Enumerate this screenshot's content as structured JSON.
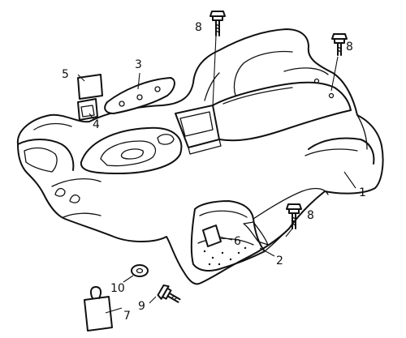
{
  "callouts": {
    "c1": "1",
    "c2": "2",
    "c3": "3",
    "c4": "4",
    "c5": "5",
    "c6": "6",
    "c7": "7",
    "c8a": "8",
    "c8b": "8",
    "c8c": "8",
    "c9": "9",
    "c10": "10"
  },
  "parts": {
    "body_panel": "front-fender-body-icon",
    "bolt": "flange-bolt-icon",
    "washer": "washer-icon",
    "clip": "clip-nut-icon",
    "reflector": "reflector-icon",
    "cushion": "rubber-cushion-icon",
    "mudguard": "mud-guard-icon"
  },
  "colors": {
    "line": "#111111",
    "background": "#ffffff"
  }
}
